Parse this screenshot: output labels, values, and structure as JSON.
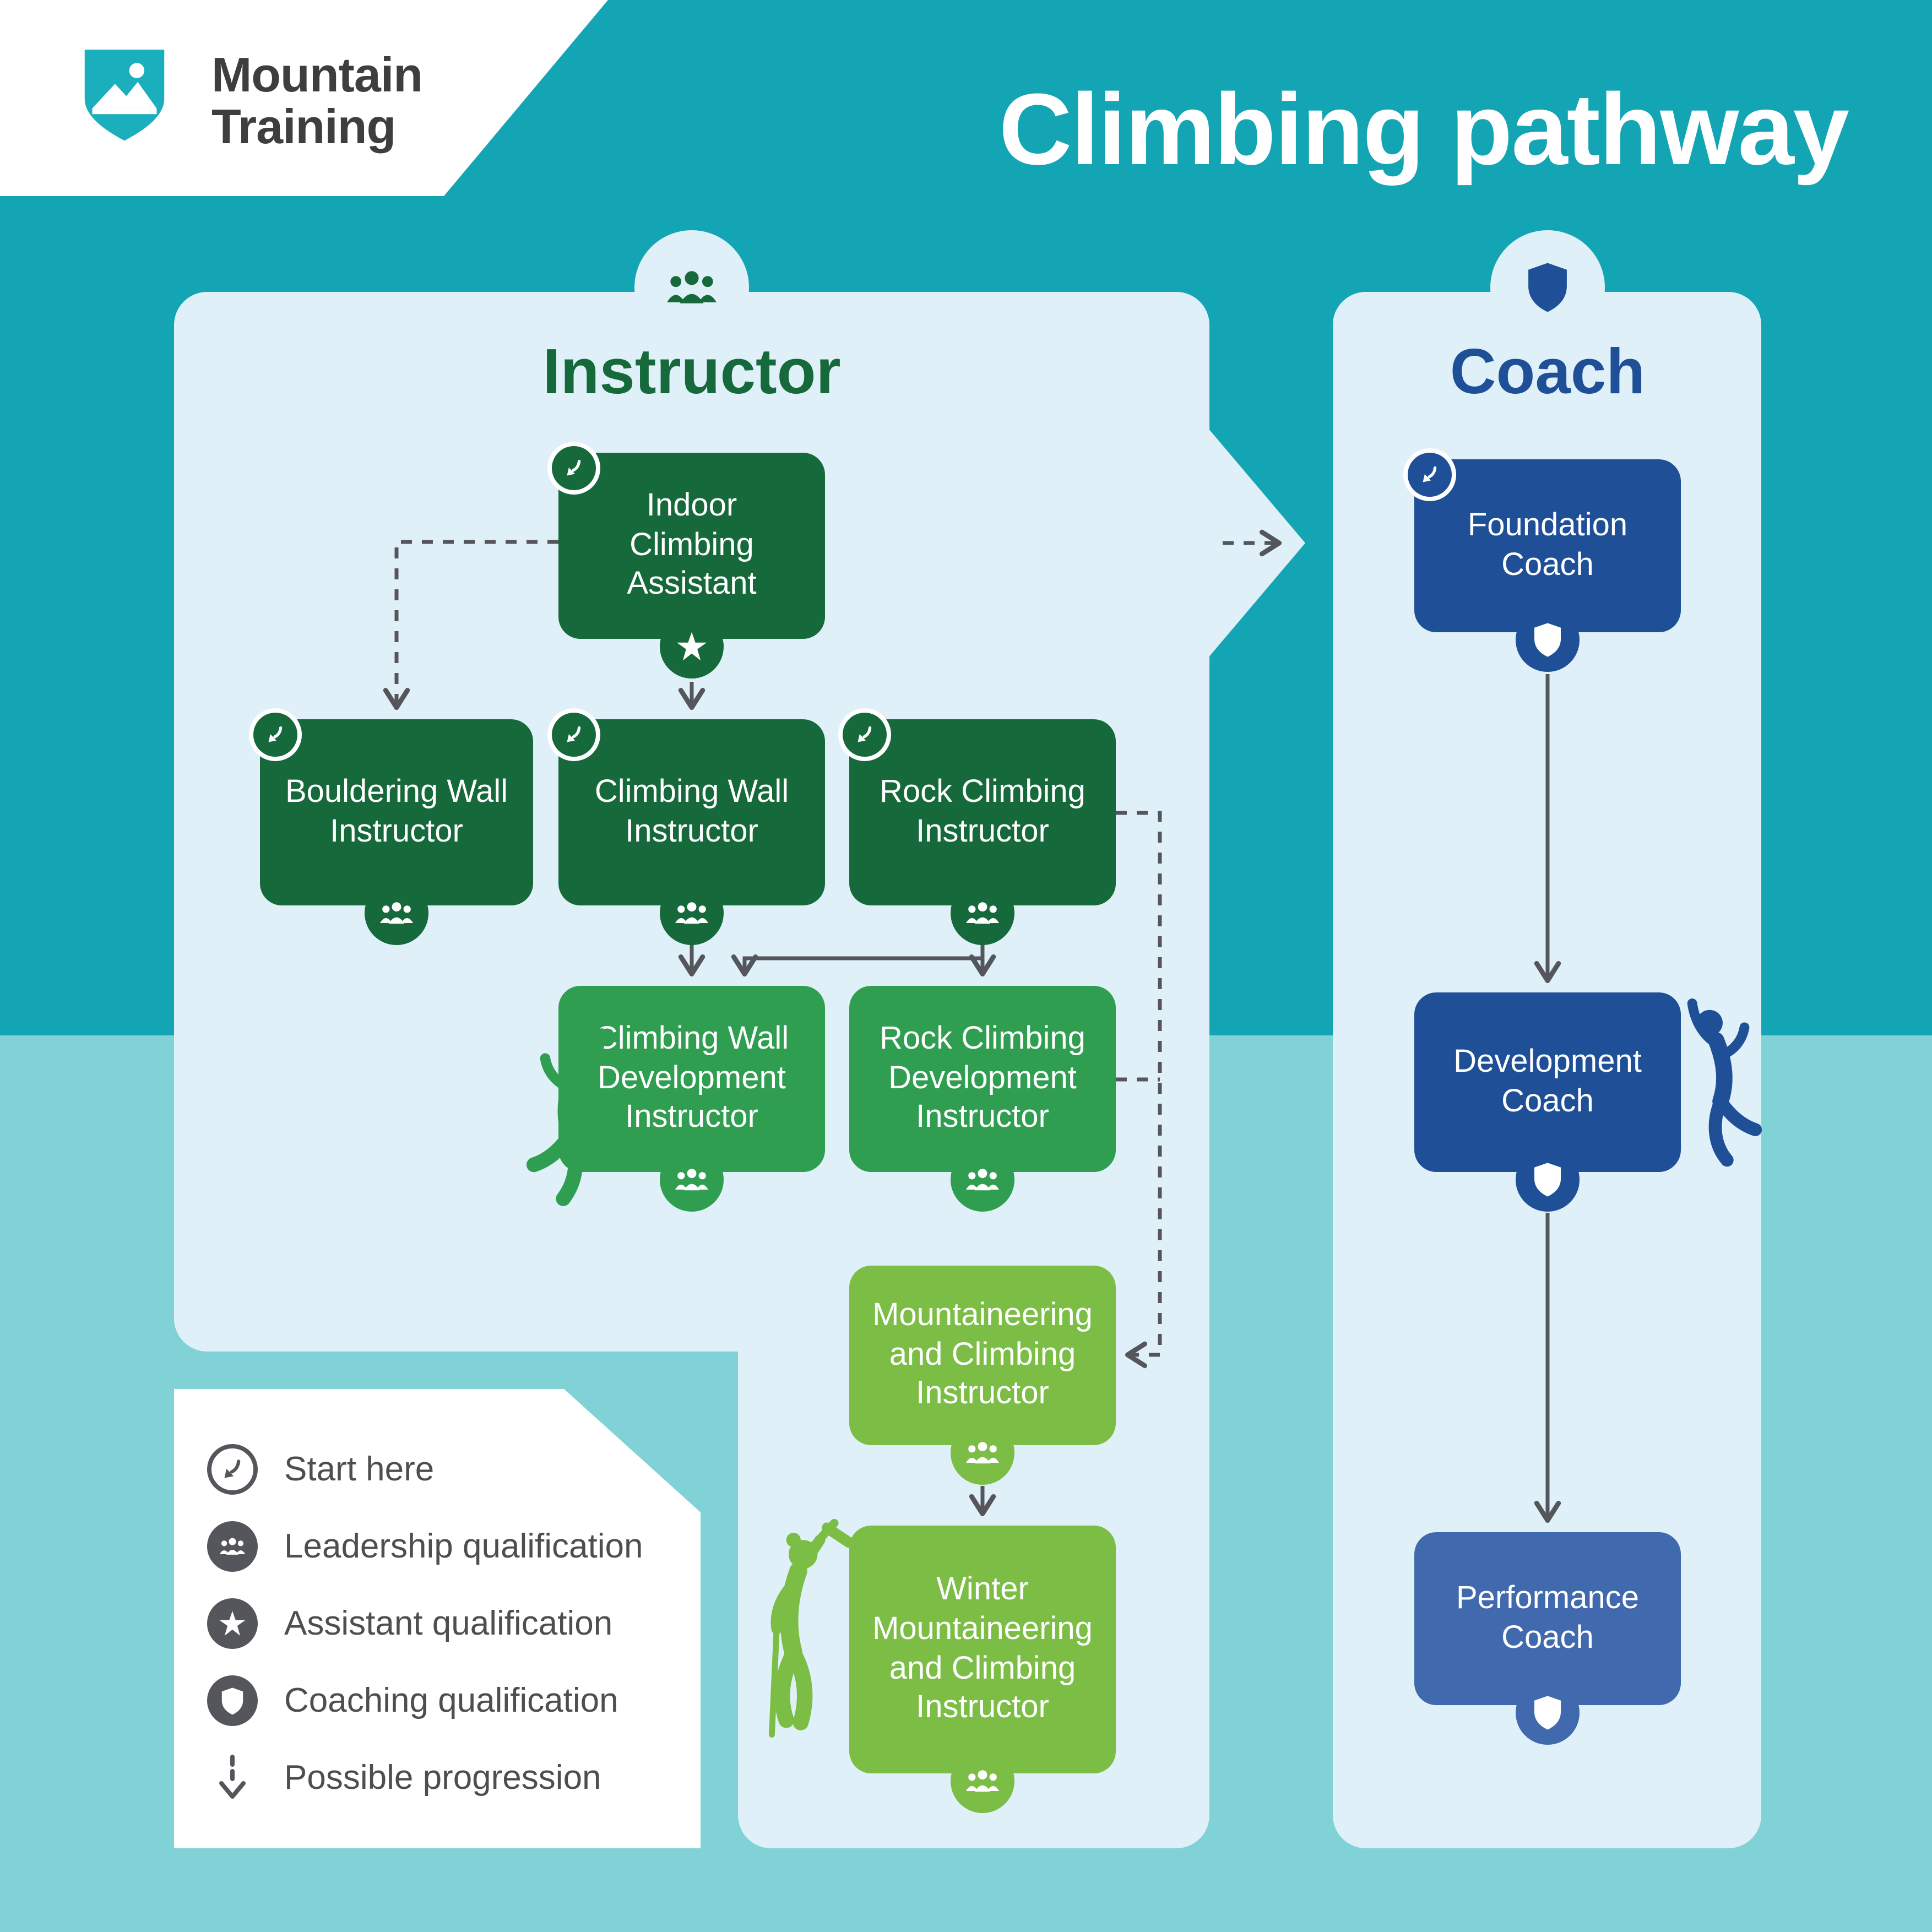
{
  "header": {
    "logo_line1": "Mountain",
    "logo_line2": "Training",
    "title": "Climbing pathway"
  },
  "sections": {
    "instructor": {
      "heading": "Instructor"
    },
    "coach": {
      "heading": "Coach"
    }
  },
  "nodes": {
    "indoor_climbing_assistant": {
      "label": "Indoor\nClimbing\nAssistant"
    },
    "bouldering_wall_instructor": {
      "label": "Bouldering Wall\nInstructor"
    },
    "climbing_wall_instructor": {
      "label": "Climbing Wall\nInstructor"
    },
    "rock_climbing_instructor": {
      "label": "Rock Climbing\nInstructor"
    },
    "climbing_wall_development_instructor": {
      "label": "Climbing Wall\nDevelopment\nInstructor"
    },
    "rock_climbing_development_instructor": {
      "label": "Rock Climbing\nDevelopment\nInstructor"
    },
    "mountaineering_and_climbing_instructor": {
      "label": "Mountaineering\nand Climbing\nInstructor"
    },
    "winter_mountaineering_and_climbing_instructor": {
      "label": "Winter\nMountaineering\nand Climbing\nInstructor"
    },
    "foundation_coach": {
      "label": "Foundation\nCoach"
    },
    "development_coach": {
      "label": "Development\nCoach"
    },
    "performance_coach": {
      "label": "Performance\nCoach"
    }
  },
  "legend": {
    "items": [
      {
        "icon": "start-here-icon",
        "label": "Start here"
      },
      {
        "icon": "leadership-qualification-icon",
        "label": "Leadership qualification"
      },
      {
        "icon": "assistant-qualification-icon",
        "label": "Assistant qualification"
      },
      {
        "icon": "coaching-qualification-icon",
        "label": "Coaching qualification"
      },
      {
        "icon": "possible-progression-icon",
        "label": "Possible progression"
      }
    ]
  },
  "colors": {
    "background_top": "#14A5B5",
    "background_bottom": "#80D2D6",
    "panel": "#DFF0F8",
    "dark_green": "#15693A",
    "mid_green": "#2F9E50",
    "light_green": "#7CBE45",
    "dark_blue": "#1E4F97",
    "mid_blue": "#4169AE",
    "line_gray": "#54565B"
  }
}
